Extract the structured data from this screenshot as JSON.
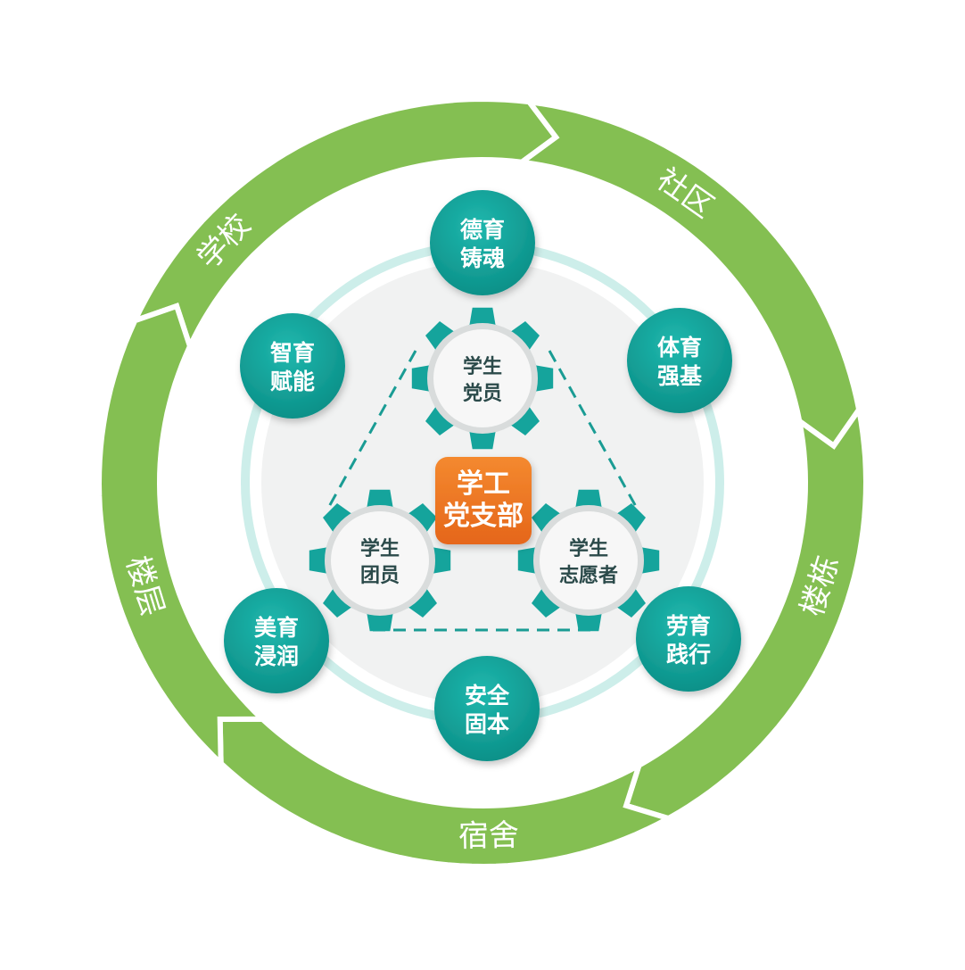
{
  "colors": {
    "ring": "#84bf52",
    "ring_divider": "#ffffff",
    "teal": "#15a49c",
    "teal_dark": "#0d8a83",
    "inner_disc": "#f1f2f2",
    "inner_border": "#c8ebe9",
    "gear_inner": "#f7f7f7",
    "center_box": "#f07a24"
  },
  "outer_ring": {
    "segments": [
      {
        "label": "学校"
      },
      {
        "label": "社区"
      },
      {
        "label": "楼栋"
      },
      {
        "label": "宿舍"
      },
      {
        "label": "楼层"
      }
    ]
  },
  "nodes": [
    {
      "line1": "德育",
      "line2": "铸魂"
    },
    {
      "line1": "体育",
      "line2": "强基"
    },
    {
      "line1": "劳育",
      "line2": "践行"
    },
    {
      "line1": "安全",
      "line2": "固本"
    },
    {
      "line1": "美育",
      "line2": "浸润"
    },
    {
      "line1": "智育",
      "line2": "赋能"
    }
  ],
  "gears": [
    {
      "line1": "学生",
      "line2": "党员"
    },
    {
      "line1": "学生",
      "line2": "团员"
    },
    {
      "line1": "学生",
      "line2": "志愿者"
    }
  ],
  "center": {
    "line1": "学工",
    "line2": "党支部"
  }
}
